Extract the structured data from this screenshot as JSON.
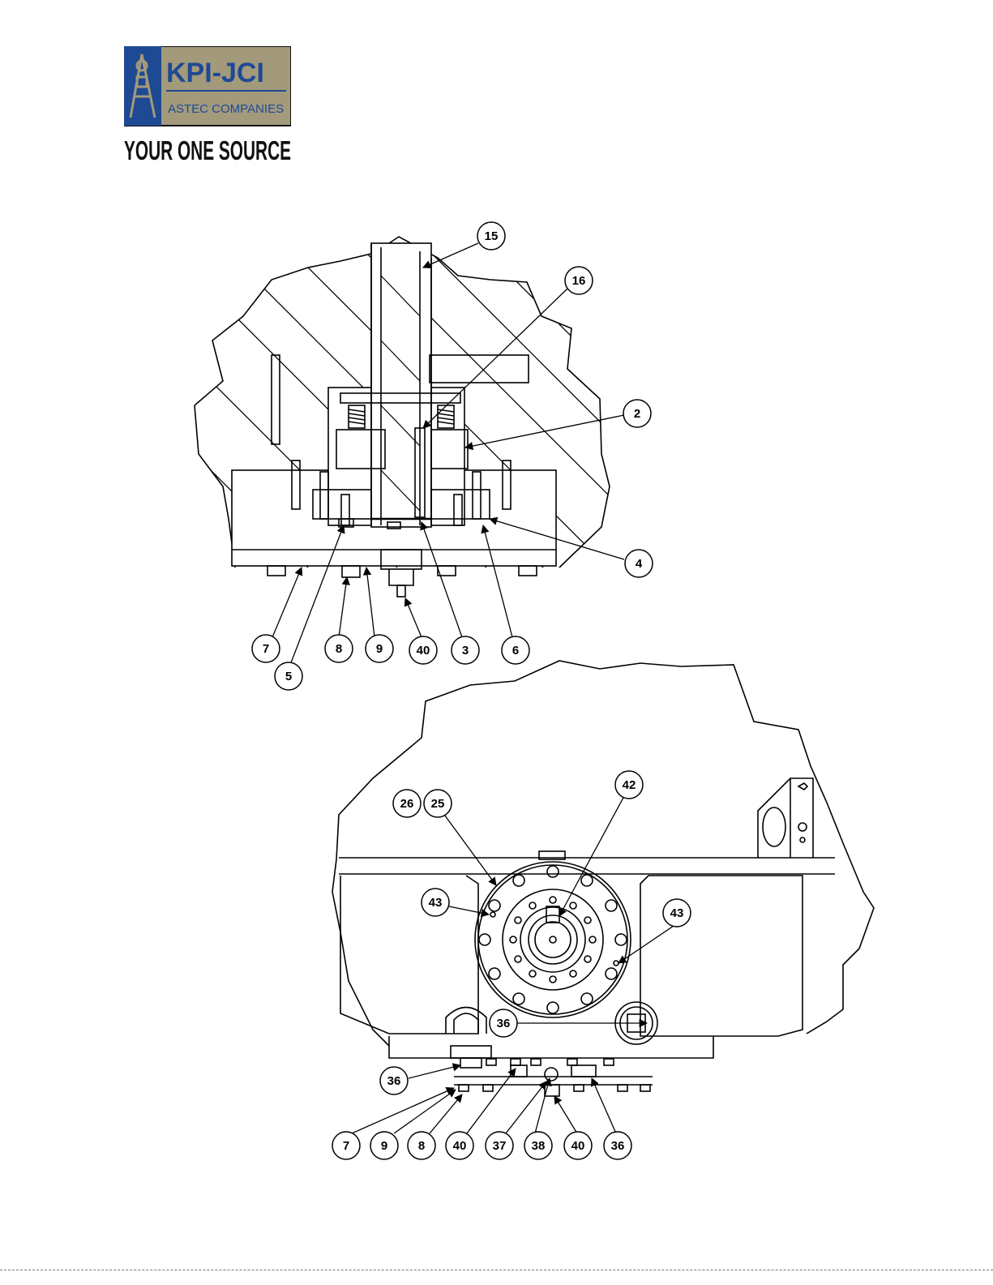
{
  "logo": {
    "brand": "KPI-JCI",
    "subtitle": "ASTEC COMPANIES",
    "slogan": "YOUR ONE SOURCE",
    "colors": {
      "panel": "#9a8f70",
      "brand_blue": "#1a3f8c",
      "text_dark": "#111111"
    }
  },
  "section_view": {
    "callouts": [
      {
        "label": "15"
      },
      {
        "label": "16"
      },
      {
        "label": "2"
      },
      {
        "label": "4"
      },
      {
        "label": "7"
      },
      {
        "label": "5"
      },
      {
        "label": "8"
      },
      {
        "label": "9"
      },
      {
        "label": "40"
      },
      {
        "label": "3"
      },
      {
        "label": "6"
      }
    ]
  },
  "end_view": {
    "callouts": [
      {
        "label": "42"
      },
      {
        "label": "26"
      },
      {
        "label": "25"
      },
      {
        "label": "43"
      },
      {
        "label": "43"
      },
      {
        "label": "36"
      },
      {
        "label": "36"
      },
      {
        "label": "7"
      },
      {
        "label": "9"
      },
      {
        "label": "8"
      },
      {
        "label": "40"
      },
      {
        "label": "37"
      },
      {
        "label": "38"
      },
      {
        "label": "40"
      },
      {
        "label": "36"
      }
    ]
  }
}
